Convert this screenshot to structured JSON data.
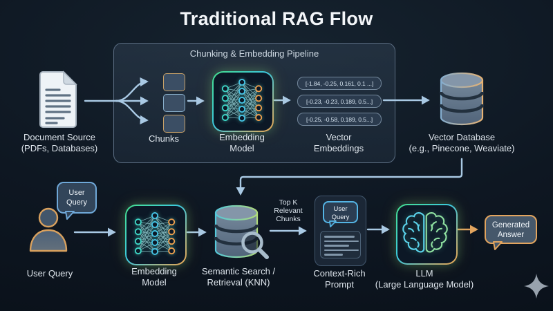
{
  "title": "Traditional RAG Flow",
  "pipeline": {
    "header": "Chunking & Embedding Pipeline"
  },
  "nodes": {
    "document": {
      "label1": "Document Source",
      "label2": "(PDFs, Databases)"
    },
    "chunks": {
      "label": "Chunks"
    },
    "embedding_top": {
      "label1": "Embedding",
      "label2": "Model"
    },
    "vectors": {
      "label1": "Vector",
      "label2": "Embeddings",
      "rows": [
        "[-1.84, -0.25, 0.161, 0.1 ...]",
        "[-0.23, -0.23, 0.189, 0.5...]",
        "[-0.25, -0.58, 0.189, 0.5...]"
      ]
    },
    "vector_db": {
      "label1": "Vector Database",
      "label2": "(e.g., Pinecone, Weaviate)"
    },
    "user": {
      "bubble1": "User",
      "bubble2": "Query",
      "label": "User Query"
    },
    "embedding_bottom": {
      "label1": "Embedding",
      "label2": "Model"
    },
    "search": {
      "label1": "Semantic Search /",
      "label2": "Retrieval (KNN)"
    },
    "context": {
      "bubble1": "User",
      "bubble2": "Query",
      "label1": "Context-Rich",
      "label2": "Prompt"
    },
    "llm": {
      "label1": "LLM",
      "label2": "(Large Language Model)"
    },
    "answer": {
      "line1": "Generated",
      "line2": "Answer"
    }
  },
  "edges": {
    "top_k_label": [
      "Top K",
      "Relevant",
      "Chunks"
    ]
  },
  "icons": {
    "document": "document-icon",
    "chunk": "chunk-square-icon",
    "neural_network": "neural-network-icon",
    "database": "database-cylinder-icon",
    "magnifier": "magnifier-icon",
    "user": "person-icon",
    "speech_bubble": "speech-bubble-icon",
    "brain": "brain-icon",
    "sparkle": "sparkle-icon"
  },
  "colors": {
    "background": "#0e1722",
    "panel": "#2a3c50",
    "arrow_blue": "#a9c9e4",
    "arrow_orange": "#e2a55f",
    "accent_green": "#46e08c",
    "accent_cyan": "#3cc8de",
    "accent_orange": "#eea54e",
    "chunk_border_tan": "#c9a268",
    "bubble_blue": "#6fa8d8",
    "text": "#dfe6ed"
  }
}
